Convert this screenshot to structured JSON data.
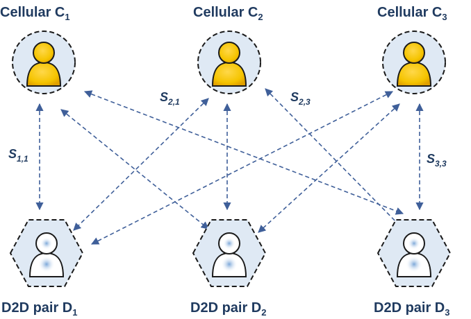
{
  "cellular_users": [
    {
      "prefix": "Cellular C",
      "sub": "1"
    },
    {
      "prefix": "Cellular C",
      "sub": "2"
    },
    {
      "prefix": "Cellular C",
      "sub": "3"
    }
  ],
  "d2d_pairs": [
    {
      "prefix": "D2D pair D",
      "sub": "1"
    },
    {
      "prefix": "D2D pair D",
      "sub": "2"
    },
    {
      "prefix": "D2D pair D",
      "sub": "3"
    }
  ],
  "link_labels": [
    {
      "main": "S",
      "sub": "1,1"
    },
    {
      "main": "S",
      "sub": "2,1"
    },
    {
      "main": "S",
      "sub": "2,3"
    },
    {
      "main": "S",
      "sub": "3,3"
    }
  ],
  "icons": {
    "cellular": "cellular-user-icon",
    "d2d": "d2d-user-icon"
  },
  "colors": {
    "text": "#1f3a5f",
    "link": "#3f5f99",
    "node_fill": "#dfe9f4",
    "cellular_user": "#f5c400",
    "d2d_user": "#ffffff"
  }
}
